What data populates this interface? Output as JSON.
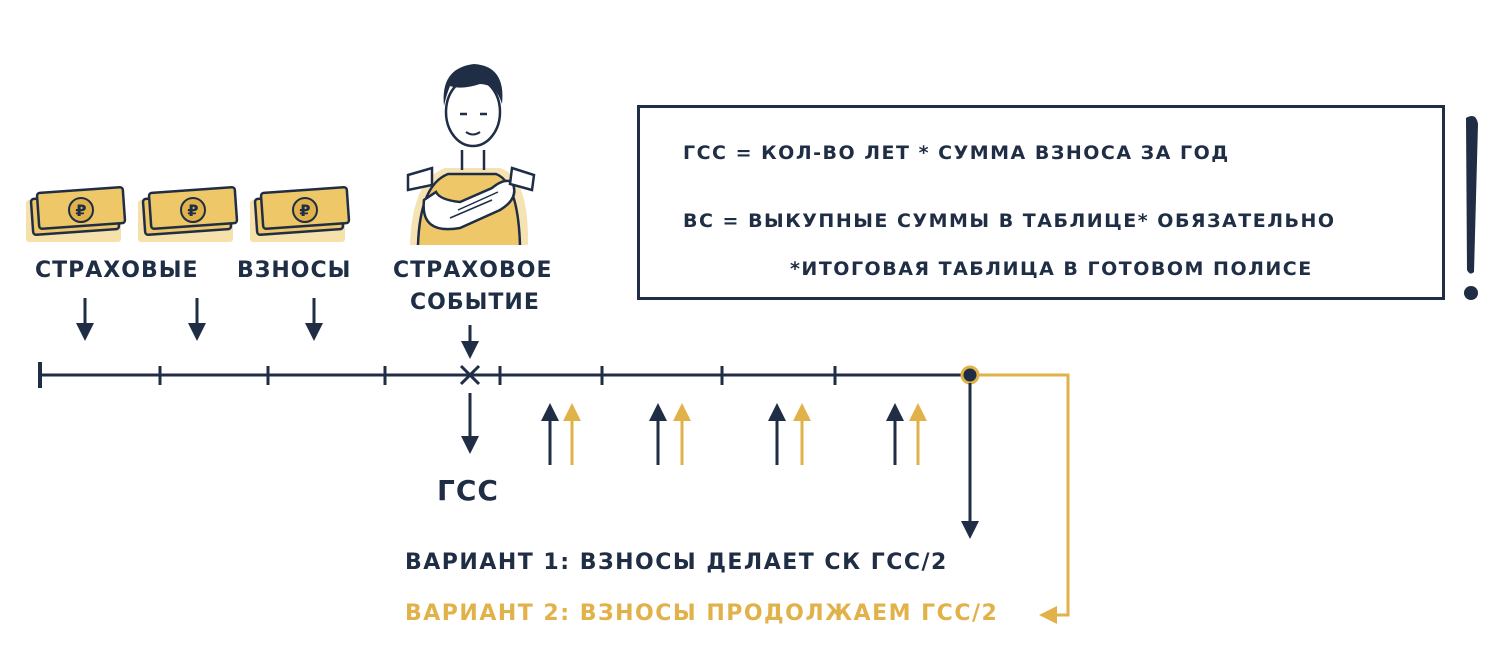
{
  "colors": {
    "ink": "#1f2d45",
    "gold": "#e1b24a",
    "gold_fill": "#eec768"
  },
  "labels": {
    "insurance_word": "СТРАХОВЫЕ",
    "premiums_word": "ВЗНОСЫ",
    "event_line1": "СТРАХОВОЕ",
    "event_line2": "СОБЫТИЕ",
    "gss": "ГСС"
  },
  "legend": {
    "line1": "ГСС = КОЛ-ВО ЛЕТ * СУММА ВЗНОСА ЗА ГОД",
    "line2": "ВС = ВЫКУПНЫЕ СУММЫ В ТАБЛИЦЕ* ОБЯЗАТЕЛЬНО",
    "line3": "*ИТОГОВАЯ ТАБЛИЦА В ГОТОВОМ ПОЛИСЕ"
  },
  "variants": {
    "v1": "ВАРИАНТ 1: ВЗНОСЫ ДЕЛАЕТ СК ГСС/2",
    "v2": "ВАРИАНТ 2: ВЗНОСЫ ПРОДОЛЖАЕМ ГСС/2"
  },
  "icons": {
    "money": "ruble-banknotes-icon",
    "person": "person-with-cast-arm-icon",
    "exclamation": "exclamation-icon"
  },
  "currency_symbol": "₽"
}
